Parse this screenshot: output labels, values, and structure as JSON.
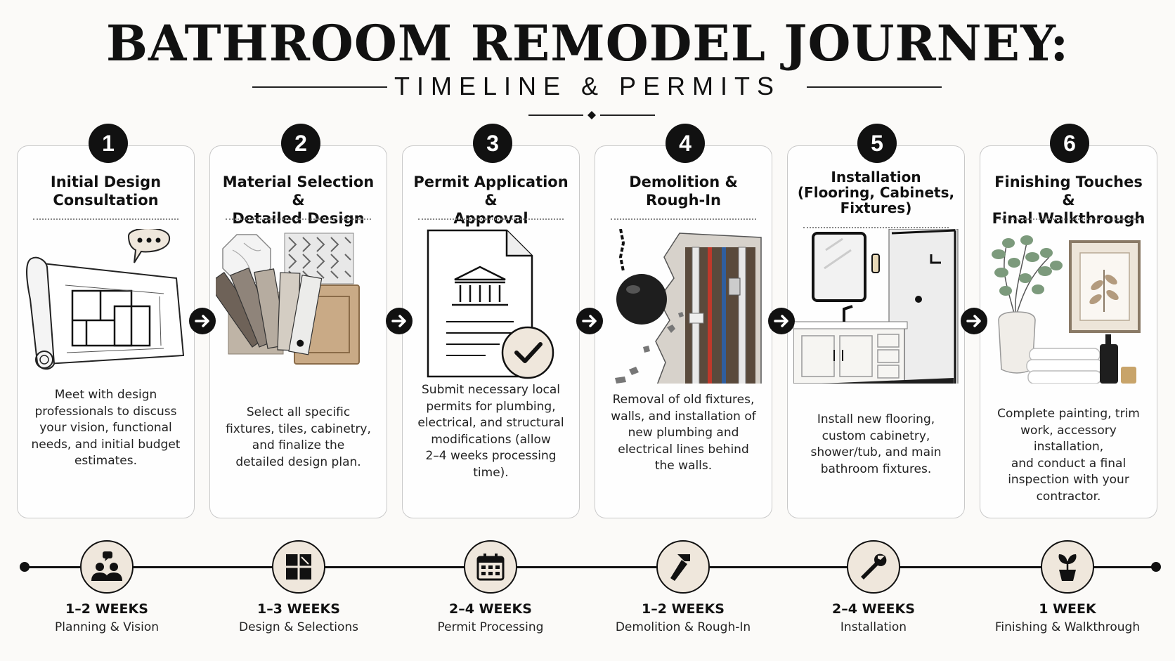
{
  "header": {
    "title": "BATHROOM REMODEL JOURNEY:",
    "subtitle": "TIMELINE & PERMITS"
  },
  "colors": {
    "ink": "#111111",
    "beige": "#efe7dc",
    "card_border": "#c9c9c9",
    "background": "#fbfaf8"
  },
  "steps": [
    {
      "number": "1",
      "title_line1": "Initial Design",
      "title_line2": "Consultation",
      "title_line3": "",
      "icon": "blueprint-and-speech-bubble",
      "desc_lines": [
        "Meet with design",
        "professionals to discuss",
        "your vision, functional",
        "needs, and initial budget",
        "estimates."
      ]
    },
    {
      "number": "2",
      "title_line1": "Material Selection &",
      "title_line2": "Detailed Design",
      "title_line3": "",
      "icon": "material-samples",
      "desc_lines": [
        "Select all specific",
        "fixtures, tiles, cabinetry,",
        "and finalize the",
        "detailed design plan."
      ]
    },
    {
      "number": "3",
      "title_line1": "Permit Application &",
      "title_line2": "Approval",
      "title_line3": "",
      "icon": "permit-document",
      "desc_lines": [
        "Submit necessary local",
        "permits for plumbing,",
        "electrical, and structural",
        "modifications (allow",
        "2–4 weeks processing time)."
      ]
    },
    {
      "number": "4",
      "title_line1": "Demolition &",
      "title_line2": "Rough-In",
      "title_line3": "",
      "icon": "wrecking-ball-wall",
      "desc_lines": [
        "Removal of old fixtures,",
        "walls, and installation of",
        "new plumbing and",
        "electrical lines behind",
        "the walls."
      ]
    },
    {
      "number": "5",
      "title_line1": "Installation",
      "title_line2": "(Flooring, Cabinets,",
      "title_line3": "Fixtures)",
      "icon": "vanity-and-shower",
      "desc_lines": [
        "Install new flooring,",
        "custom cabinetry,",
        "shower/tub, and main",
        "bathroom fixtures."
      ]
    },
    {
      "number": "6",
      "title_line1": "Finishing Touches &",
      "title_line2": "Final Walkthrough",
      "title_line3": "",
      "icon": "plant-towels-decor",
      "desc_lines": [
        "Complete painting, trim",
        "work, accessory installation,",
        "and conduct a final",
        "inspection with your",
        "contractor."
      ]
    }
  ],
  "timeline": [
    {
      "duration": "1–2 WEEKS",
      "label": "Planning & Vision",
      "icon": "people-chat-icon"
    },
    {
      "duration": "1–3 WEEKS",
      "label": "Design & Selections",
      "icon": "tile-grid-icon"
    },
    {
      "duration": "2–4 WEEKS",
      "label": "Permit Processing",
      "icon": "calendar-icon"
    },
    {
      "duration": "1–2 WEEKS",
      "label": "Demolition & Rough-In",
      "icon": "hammer-icon"
    },
    {
      "duration": "2–4 WEEKS",
      "label": "Installation",
      "icon": "wrench-icon"
    },
    {
      "duration": "1 WEEK",
      "label": "Finishing & Walkthrough",
      "icon": "potted-plant-icon"
    }
  ]
}
